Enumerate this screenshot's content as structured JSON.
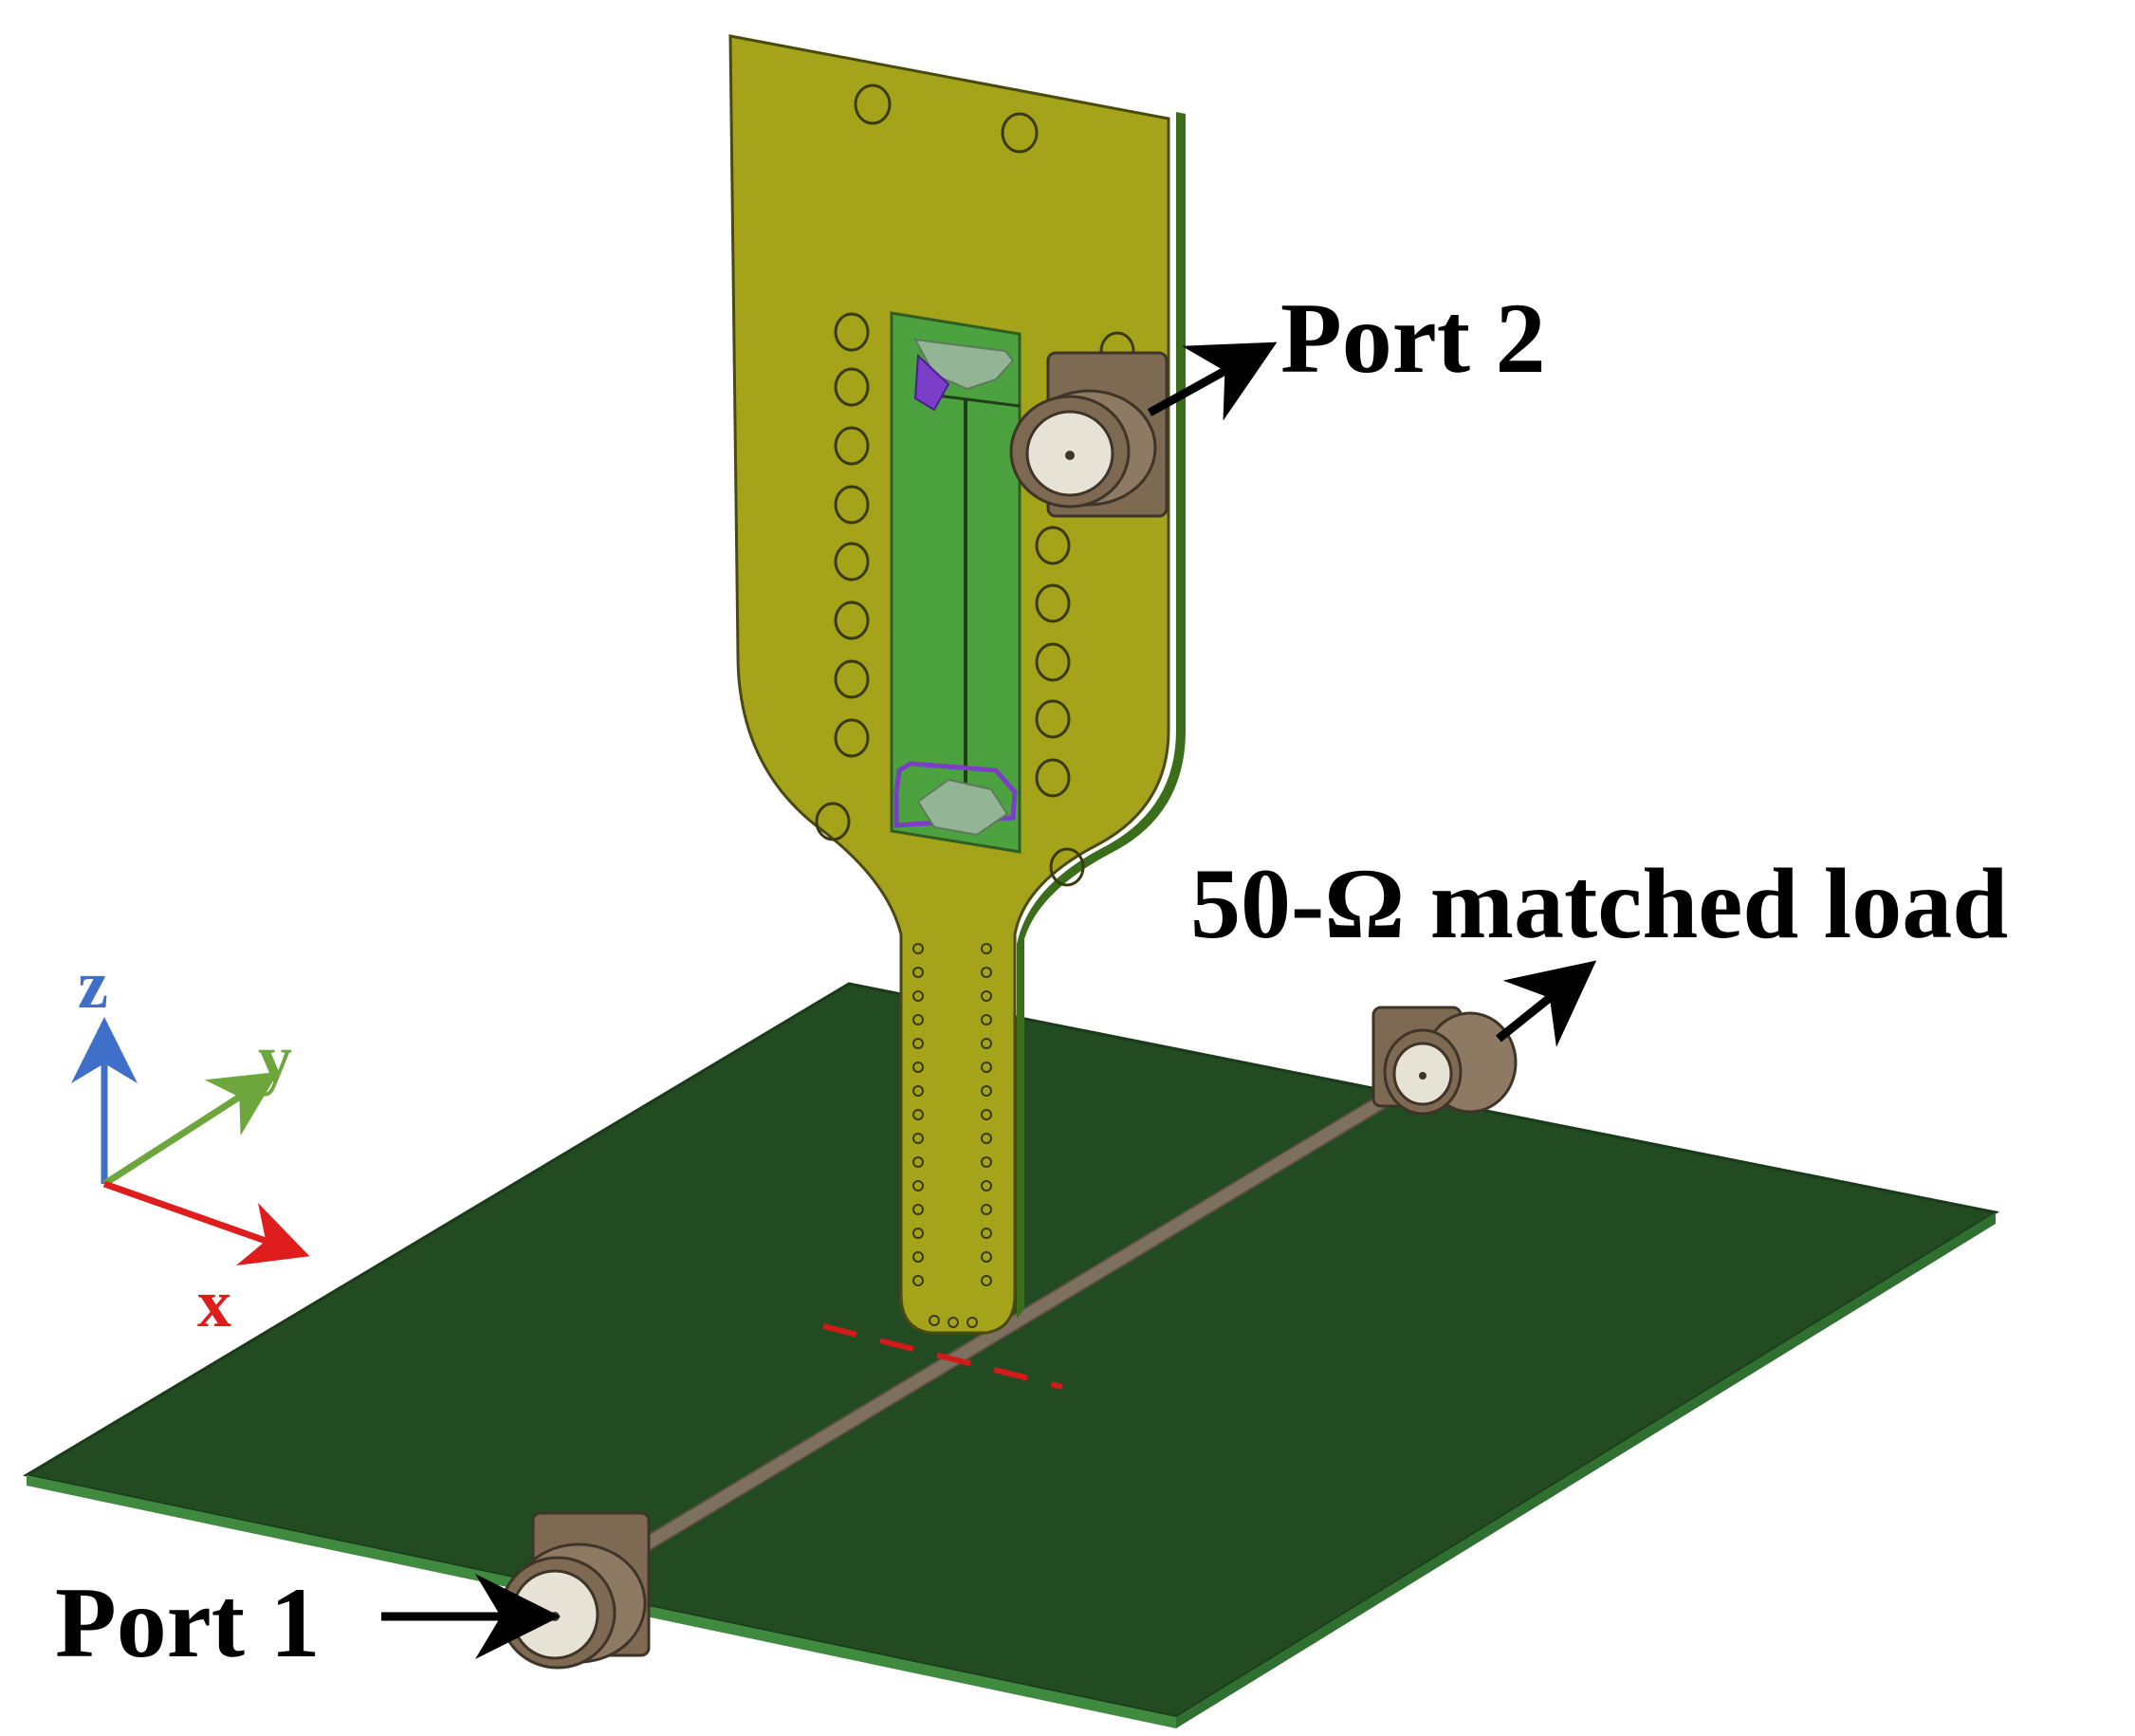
{
  "labels": {
    "port2": "Port 2",
    "port1": "Port 1",
    "load": "50-Ω matched load"
  },
  "axes": {
    "z": "z",
    "y": "y",
    "x": "x"
  },
  "colors": {
    "ground_board": "#224b22",
    "board_edge": "#3f8a3f",
    "probe_board": "#a4a31a",
    "probe_board_edge": "#3b6e1a",
    "window_green": "#4ca23e",
    "microstrip": "#7e705e",
    "connector": "#7e6a52",
    "connector_face": "#e6e2d6",
    "dashed_line": "#d31a1a",
    "axis_z": "#3f6fc9",
    "axis_y": "#6da63c",
    "axis_x": "#e01d1d",
    "purple_trace": "#7a3ec8"
  },
  "icons": [
    "port2-connector-icon",
    "port1-connector-icon",
    "load-connector-icon",
    "arrow-icon"
  ]
}
